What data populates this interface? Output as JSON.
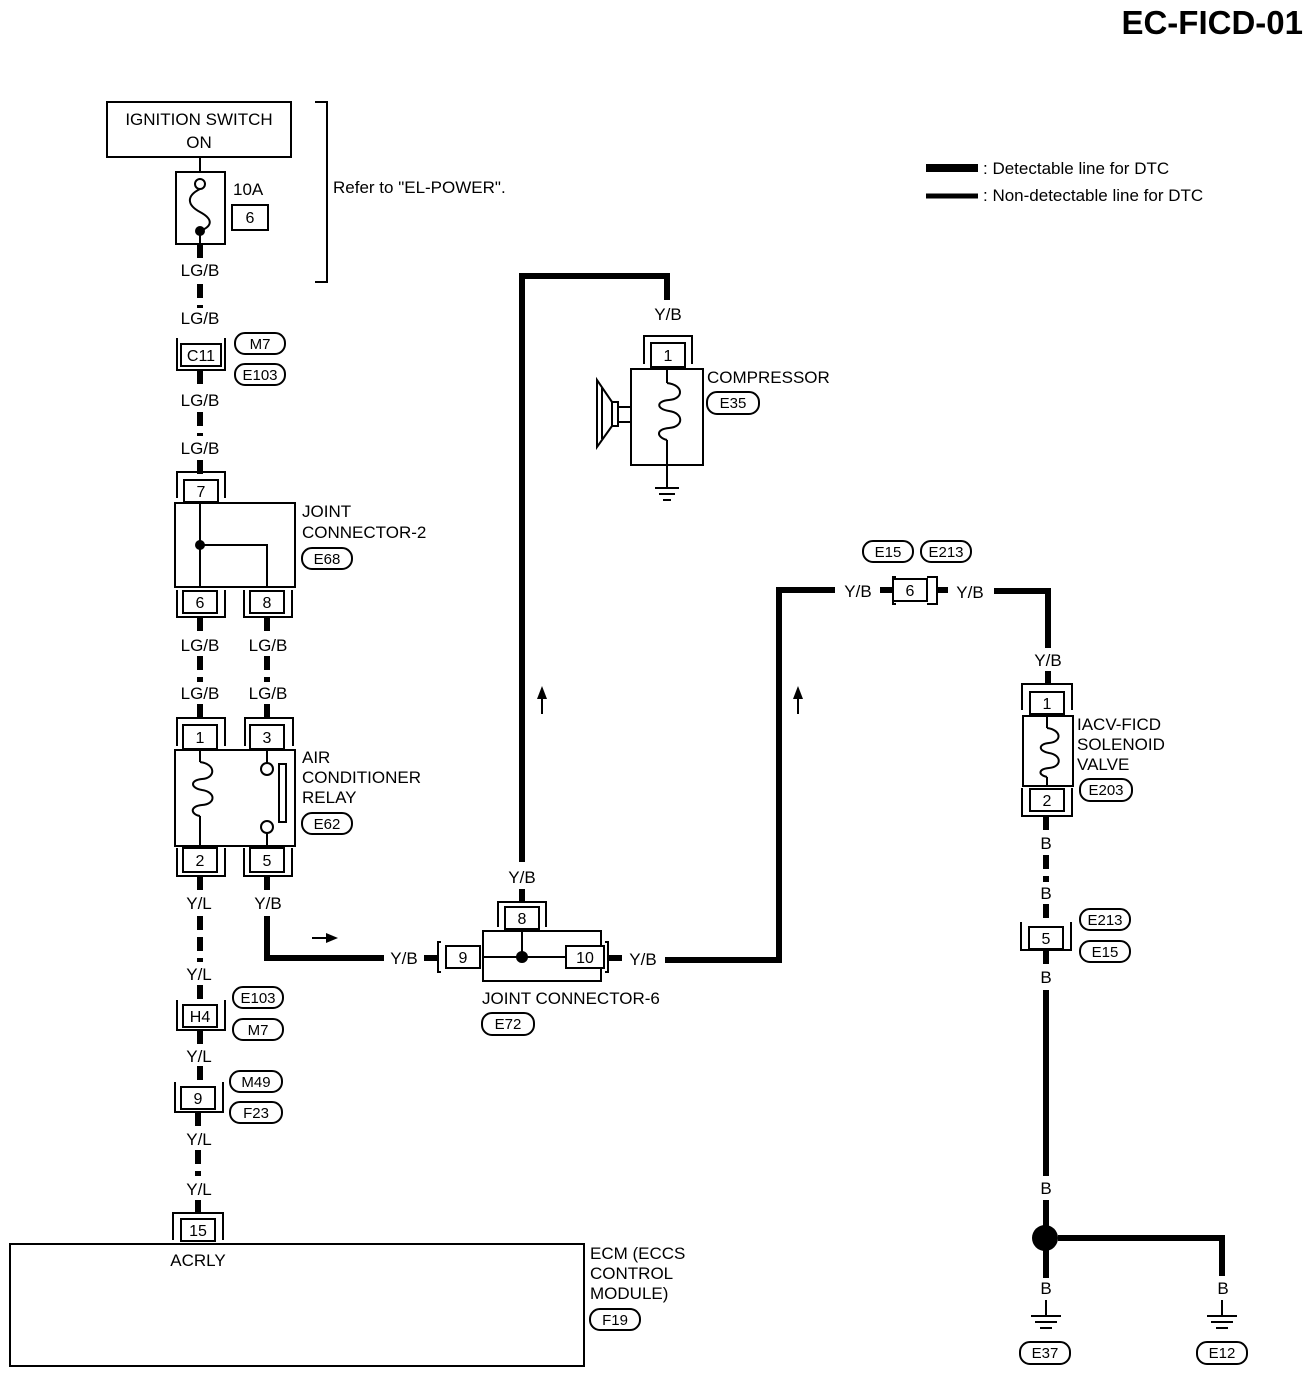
{
  "page_code": "EC-FICD-01",
  "legend": {
    "detectable": ": Detectable line for DTC",
    "non_detectable": ": Non-detectable line for DTC"
  },
  "ignition": {
    "line1": "IGNITION SWITCH",
    "line2": "ON"
  },
  "fuse": {
    "rating": "10A",
    "number": "6"
  },
  "refer_note": "Refer to \"EL-POWER\".",
  "wires": {
    "lgb": "LG/B",
    "yl": "Y/L",
    "yb": "Y/B",
    "b": "B"
  },
  "connectors": {
    "c11": "C11",
    "m7": "M7",
    "e103": "E103",
    "h4": "H4",
    "n9": "9",
    "m49": "M49",
    "f23": "F23",
    "n15": "15",
    "f19": "F19",
    "e15": "E15",
    "e213": "E213",
    "n6": "6",
    "n5": "5",
    "e37": "E37",
    "e12": "E12"
  },
  "joint2": {
    "name1": "JOINT",
    "name2": "CONNECTOR-2",
    "code": "E68",
    "p7": "7",
    "p6": "6",
    "p8": "8"
  },
  "relay": {
    "name1": "AIR",
    "name2": "CONDITIONER",
    "name3": "RELAY",
    "code": "E62",
    "p1": "1",
    "p3": "3",
    "p2": "2",
    "p5": "5"
  },
  "joint6": {
    "name": "JOINT CONNECTOR-6",
    "code": "E72",
    "p8": "8",
    "p9": "9",
    "p10": "10"
  },
  "compressor": {
    "name": "COMPRESSOR",
    "code": "E35",
    "p1": "1"
  },
  "iacv": {
    "name1": "IACV-FICD",
    "name2": "SOLENOID",
    "name3": "VALVE",
    "code": "E203",
    "p1": "1",
    "p2": "2"
  },
  "ecm": {
    "terminal": "ACRLY",
    "name1": "ECM (ECCS",
    "name2": "CONTROL",
    "name3": "MODULE)"
  }
}
